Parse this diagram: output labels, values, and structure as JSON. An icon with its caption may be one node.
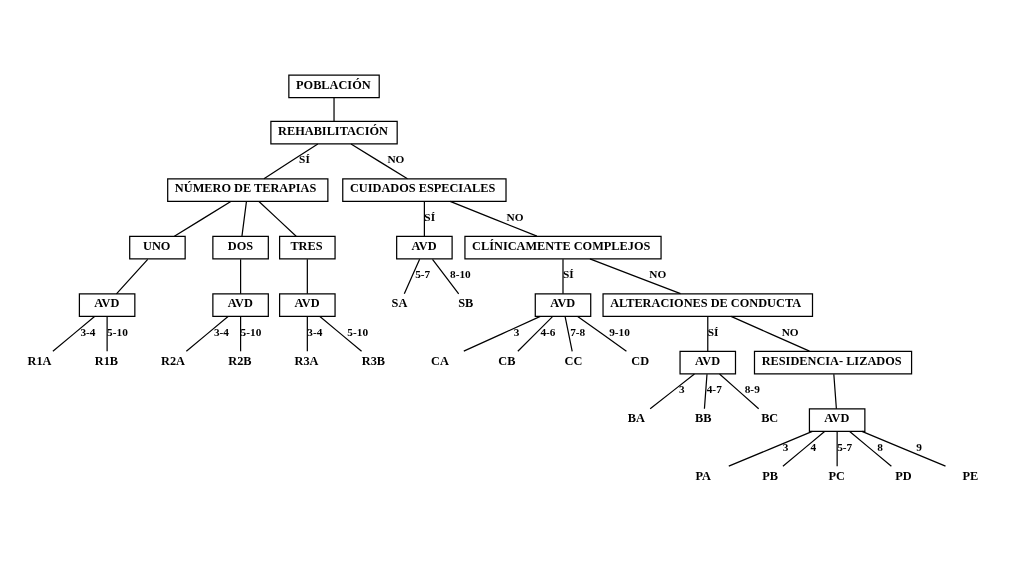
{
  "diagram": {
    "nodes": [
      {
        "text": [
          "POBLACIÓN"
        ]
      },
      {
        "text": [
          "REHABILITACIÓN"
        ]
      },
      {
        "text": [
          "NÚMERO DE TERAPIAS"
        ]
      },
      {
        "text": [
          "CUIDADOS ESPECIALES"
        ]
      },
      {
        "text": [
          "UNO"
        ]
      },
      {
        "text": [
          "DOS"
        ]
      },
      {
        "text": [
          "TRES"
        ]
      },
      {
        "text": [
          "AVD"
        ]
      },
      {
        "text": [
          "AVD"
        ]
      },
      {
        "text": [
          "AVD"
        ]
      },
      {
        "text": [
          "AVD"
        ]
      },
      {
        "text": [
          "CLÍNICAMENTE COMPLEJOS"
        ]
      },
      {
        "text": [
          "AVD"
        ]
      },
      {
        "text": [
          "ALTERACIONES DE CONDUCTA"
        ]
      },
      {
        "text": [
          "AVD"
        ]
      },
      {
        "text": [
          "RESIDENCIA- LIZADOS"
        ]
      },
      {
        "text": [
          "AVD"
        ]
      },
      {
        "text": [
          "R1A"
        ]
      },
      {
        "text": [
          "R1B"
        ]
      },
      {
        "text": [
          "R2A"
        ]
      },
      {
        "text": [
          "R2B"
        ]
      },
      {
        "text": [
          "R3A"
        ]
      },
      {
        "text": [
          "R3B"
        ]
      },
      {
        "text": [
          "SA"
        ]
      },
      {
        "text": [
          "SB"
        ]
      },
      {
        "text": [
          "CA"
        ]
      },
      {
        "text": [
          "CB"
        ]
      },
      {
        "text": [
          "CC"
        ]
      },
      {
        "text": [
          "CD"
        ]
      },
      {
        "text": [
          "BA"
        ]
      },
      {
        "text": [
          "BB"
        ]
      },
      {
        "text": [
          "BC"
        ]
      },
      {
        "text": [
          "PA"
        ]
      },
      {
        "text": [
          "PB"
        ]
      },
      {
        "text": [
          "PC"
        ]
      },
      {
        "text": [
          "PD"
        ]
      },
      {
        "text": [
          "PE"
        ]
      }
    ],
    "edges": [
      {
        "from": 0,
        "to": 1,
        "arrow": "none"
      },
      {
        "from": 1,
        "to": 2,
        "arrow": "none",
        "label": "SÍ"
      },
      {
        "from": 1,
        "to": 3,
        "arrow": "none",
        "label": "NO"
      },
      {
        "from": 2,
        "to": 4,
        "arrow": "none"
      },
      {
        "from": 2,
        "to": 5,
        "arrow": "none"
      },
      {
        "from": 2,
        "to": 6,
        "arrow": "none"
      },
      {
        "from": 4,
        "to": 7,
        "arrow": "none"
      },
      {
        "from": 5,
        "to": 8,
        "arrow": "none"
      },
      {
        "from": 6,
        "to": 9,
        "arrow": "none"
      },
      {
        "from": 3,
        "to": 10,
        "arrow": "none",
        "label": "SÍ"
      },
      {
        "from": 3,
        "to": 11,
        "arrow": "none",
        "label": "NO"
      },
      {
        "from": 11,
        "to": 12,
        "arrow": "none",
        "label": "SÍ"
      },
      {
        "from": 11,
        "to": 13,
        "arrow": "none",
        "label": "NO"
      },
      {
        "from": 13,
        "to": 14,
        "arrow": "none",
        "label": "SÍ"
      },
      {
        "from": 13,
        "to": 15,
        "arrow": "none",
        "label": "NO"
      },
      {
        "from": 15,
        "to": 16,
        "arrow": "none"
      },
      {
        "from": 7,
        "to": 17,
        "arrow": "none",
        "label": "3-4"
      },
      {
        "from": 7,
        "to": 18,
        "arrow": "none",
        "label": "5-10"
      },
      {
        "from": 8,
        "to": 19,
        "arrow": "none",
        "label": "3-4"
      },
      {
        "from": 8,
        "to": 20,
        "arrow": "none",
        "label": "5-10"
      },
      {
        "from": 9,
        "to": 21,
        "arrow": "none",
        "label": "3-4"
      },
      {
        "from": 9,
        "to": 22,
        "arrow": "none",
        "label": "5-10"
      },
      {
        "from": 10,
        "to": 23,
        "arrow": "none",
        "label": "5-7"
      },
      {
        "from": 10,
        "to": 24,
        "arrow": "none",
        "label": "8-10"
      },
      {
        "from": 12,
        "to": 25,
        "arrow": "none",
        "label": "3"
      },
      {
        "from": 12,
        "to": 26,
        "arrow": "none",
        "label": "4-6"
      },
      {
        "from": 12,
        "to": 27,
        "arrow": "none",
        "label": "7-8"
      },
      {
        "from": 12,
        "to": 28,
        "arrow": "none",
        "label": "9-10"
      },
      {
        "from": 14,
        "to": 29,
        "arrow": "none",
        "label": "3"
      },
      {
        "from": 14,
        "to": 30,
        "arrow": "none",
        "label": "4-7"
      },
      {
        "from": 14,
        "to": 31,
        "arrow": "none",
        "label": "8-9"
      },
      {
        "from": 16,
        "to": 32,
        "arrow": "none",
        "label": "3"
      },
      {
        "from": 16,
        "to": 33,
        "arrow": "none",
        "label": "4"
      },
      {
        "from": 16,
        "to": 34,
        "arrow": "none",
        "label": "5-7"
      },
      {
        "from": 16,
        "to": 35,
        "arrow": "none",
        "label": "8"
      },
      {
        "from": 16,
        "to": 36,
        "arrow": "none",
        "label": "9"
      }
    ]
  }
}
